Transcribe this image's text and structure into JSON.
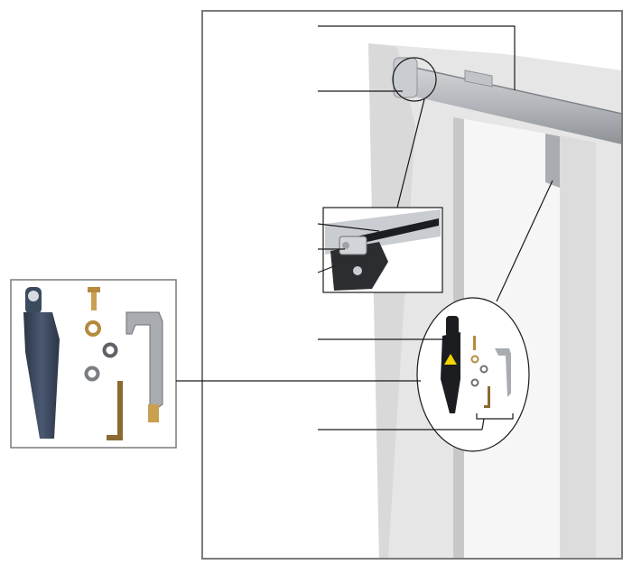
{
  "colors": {
    "frame": "#7a7a7a",
    "wall": "#e6e6e6",
    "wall_shadow": "#cfcfcf",
    "rail": "#b3b6ba",
    "rail_dark": "#8e9297",
    "glass_panel": "#eeeeee",
    "handle_dark": "#1b1d21",
    "handle_blue": "#3c4a5e",
    "metal": "#a9adb2",
    "brass": "#b58a3e",
    "warning_yellow": "#f2d300",
    "leader": "#1a1a1a"
  },
  "icons": {
    "warning": "warning-triangle-icon"
  },
  "callouts": [
    {
      "id": "rail"
    },
    {
      "id": "end-roller"
    },
    {
      "id": "detail-a"
    },
    {
      "id": "detail-b"
    },
    {
      "id": "detail-c"
    },
    {
      "id": "handle"
    },
    {
      "id": "hardware-kit"
    },
    {
      "id": "fasteners"
    }
  ]
}
